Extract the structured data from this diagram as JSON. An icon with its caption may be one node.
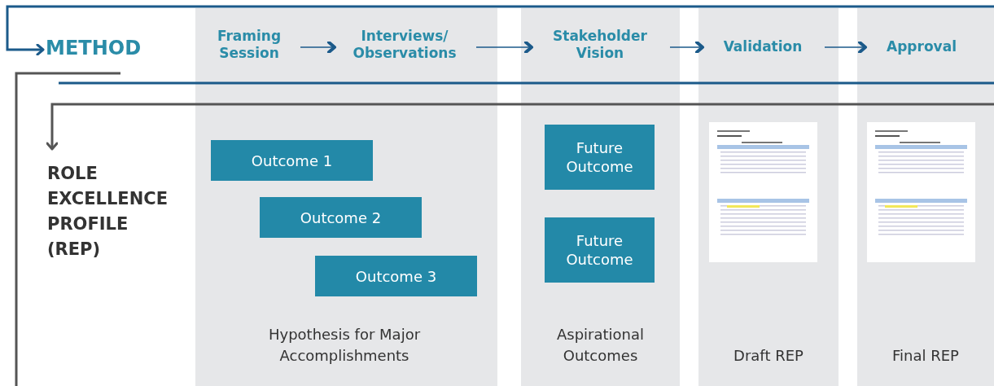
{
  "diagram": {
    "nodes": [
      {
        "text": [
          "METHOD"
        ]
      },
      {
        "text": [
          "Framing Session"
        ]
      },
      {
        "text": [
          "Interviews/ Observations"
        ]
      },
      {
        "text": [
          "Stakeholder Vision"
        ]
      },
      {
        "text": [
          "Validation"
        ]
      },
      {
        "text": [
          "Approval"
        ]
      },
      {
        "text": [
          "ROLE EXCELLENCE PROFILE (REP)"
        ]
      },
      {
        "text": [
          "Outcome 1"
        ]
      },
      {
        "text": [
          "Outcome 2"
        ]
      },
      {
        "text": [
          "Outcome 3"
        ]
      },
      {
        "text": [
          "Future Outcome"
        ]
      },
      {
        "text": [
          "Future Outcome"
        ]
      }
    ],
    "edges": [
      {
        "from": null,
        "to": 0,
        "arrow": "to"
      },
      {
        "from": 1,
        "to": 2,
        "arrow": "to"
      },
      {
        "from": 2,
        "to": 3,
        "arrow": "to"
      },
      {
        "from": 3,
        "to": 4,
        "arrow": "to"
      },
      {
        "from": 4,
        "to": 5,
        "arrow": "to"
      },
      {
        "from": null,
        "to": 6,
        "arrow": "to",
        "color": "#555555"
      }
    ],
    "labels": [
      "Hypothesis for Major Accomplishments",
      "Aspirational Outcomes",
      "Draft REP",
      "Final REP"
    ]
  }
}
